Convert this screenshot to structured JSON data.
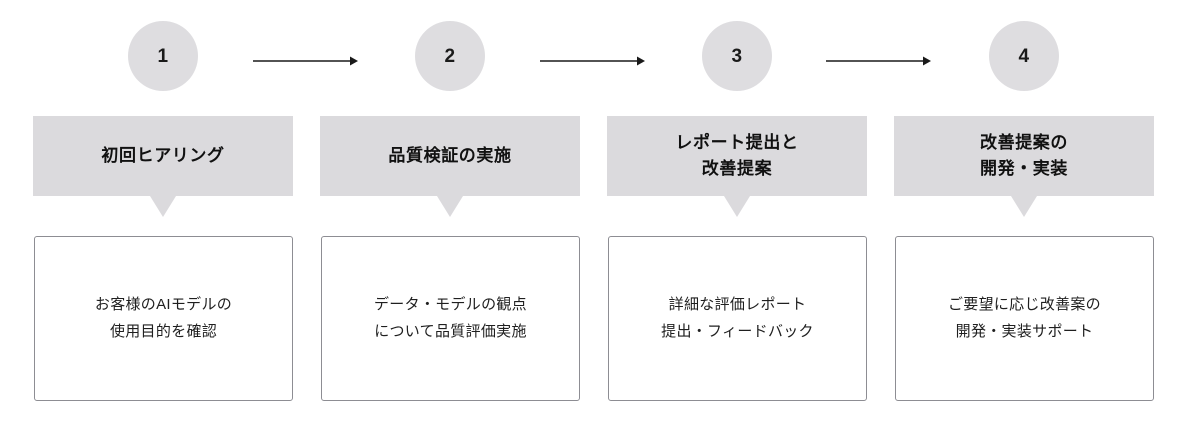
{
  "diagram": {
    "type": "process-flow",
    "step_count": 4,
    "colors": {
      "banner_fill": "#dbdadd",
      "circle_fill": "#dedde0",
      "box_border": "#8d8d93",
      "box_fill": "#ffffff",
      "text": "#111111",
      "arrow": "#1a1a1a",
      "background": "#ffffff"
    },
    "steps": [
      {
        "number": "1",
        "title": "初回ヒアリング",
        "body": "お客様のAIモデルの\n使用目的を確認"
      },
      {
        "number": "2",
        "title": "品質検証の実施",
        "body": "データ・モデルの観点\nについて品質評価実施"
      },
      {
        "number": "3",
        "title": "レポート提出と\n改善提案",
        "body": "詳細な評価レポート\n提出・フィードバック"
      },
      {
        "number": "4",
        "title": "改善提案の\n開発・実装",
        "body": "ご要望に応じ改善案の\n開発・実装サポート"
      }
    ],
    "connectors": [
      {
        "icon": "arrow-right-icon",
        "from": "1",
        "to": "2"
      },
      {
        "icon": "arrow-right-icon",
        "from": "2",
        "to": "3"
      },
      {
        "icon": "arrow-right-icon",
        "from": "3",
        "to": "4"
      }
    ]
  }
}
